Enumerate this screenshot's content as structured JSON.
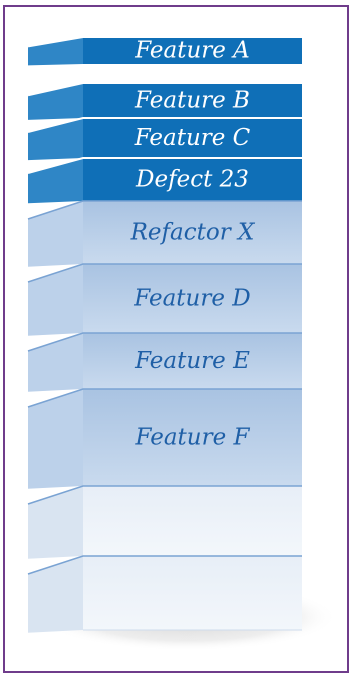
{
  "stack": {
    "items": [
      {
        "label": "Feature A",
        "style": "done"
      },
      {
        "label": "Feature B",
        "style": "done"
      },
      {
        "label": "Feature C",
        "style": "done"
      },
      {
        "label": "Defect 23",
        "style": "done"
      },
      {
        "label": "Refactor X",
        "style": "planned"
      },
      {
        "label": "Feature D",
        "style": "planned"
      },
      {
        "label": "Feature E",
        "style": "planned"
      },
      {
        "label": "Feature F",
        "style": "planned"
      },
      {
        "label": "",
        "style": "empty"
      },
      {
        "label": "",
        "style": "empty"
      }
    ]
  },
  "colors": {
    "frame_border": "#6f3c8b",
    "done_front": "#0f6fb7",
    "done_side": "#2f86c6",
    "done_text": "#ffffff",
    "planned_text": "#1f5fa6"
  }
}
